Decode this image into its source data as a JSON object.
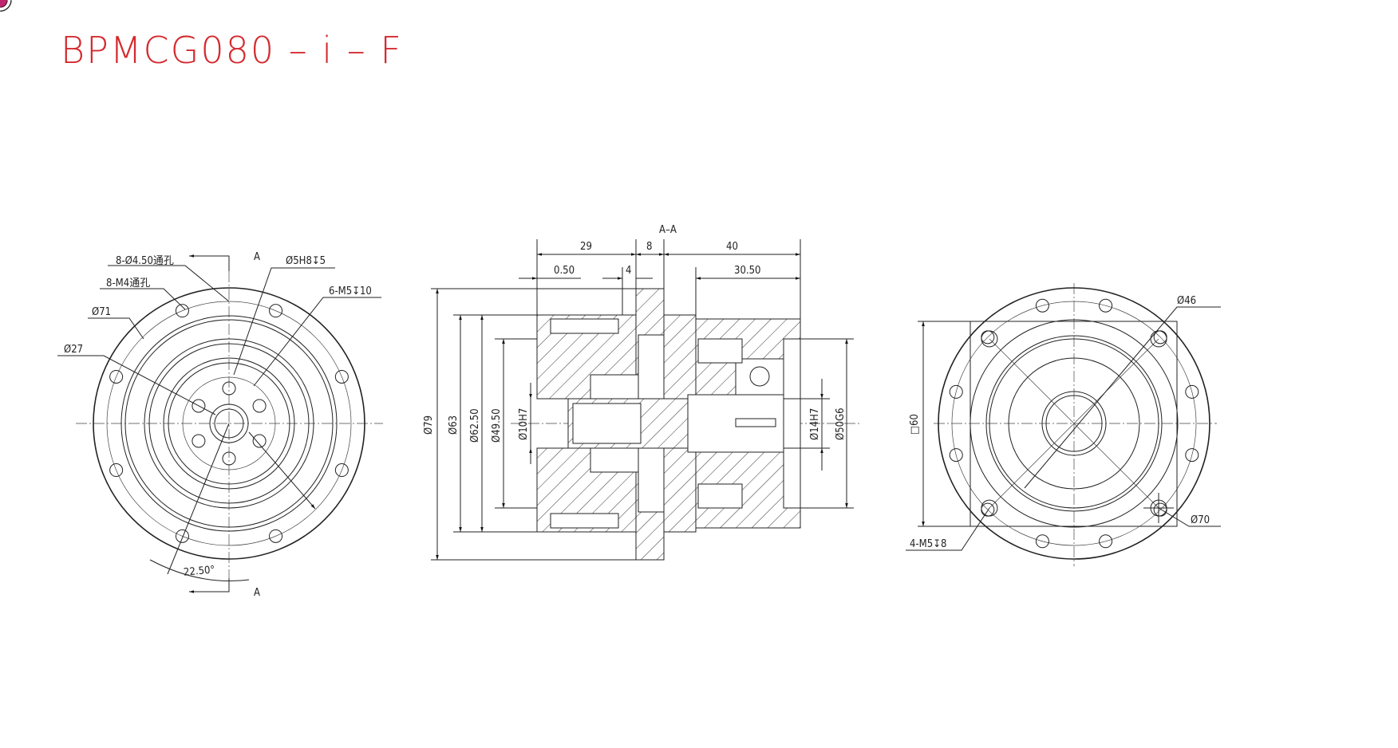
{
  "title": "BPMCG080 – i – F",
  "colors": {
    "title": "#d42a2f",
    "holes": "#c0266e"
  },
  "front_view": {
    "through_holes": "8-Ø4.50通孔",
    "tapped_through": "8-M4通孔",
    "dia_71": "Ø71",
    "dia_27": "Ø27",
    "pin_hole": "Ø5H8↧5",
    "tapped_holes": "6-M5↧10",
    "section_mark_top": "A",
    "section_mark_bottom": "A",
    "angle": "22.50°"
  },
  "section_view": {
    "title": "A–A",
    "len_29": "29",
    "len_8": "8",
    "len_40": "40",
    "len_0_50": "0.50",
    "len_4": "4",
    "len_30_50": "30.50",
    "dia_79": "Ø79",
    "dia_63": "Ø63",
    "dia_62_50": "Ø62.50",
    "dia_49_50": "Ø49.50",
    "dia_10h7": "Ø10H7",
    "dia_14h7": "Ø14H7",
    "dia_50g6": "Ø50G6"
  },
  "rear_view": {
    "dia_46": "Ø46",
    "square_60": "□60",
    "dia_70": "Ø70",
    "tapped_holes": "4-M5↧8"
  }
}
